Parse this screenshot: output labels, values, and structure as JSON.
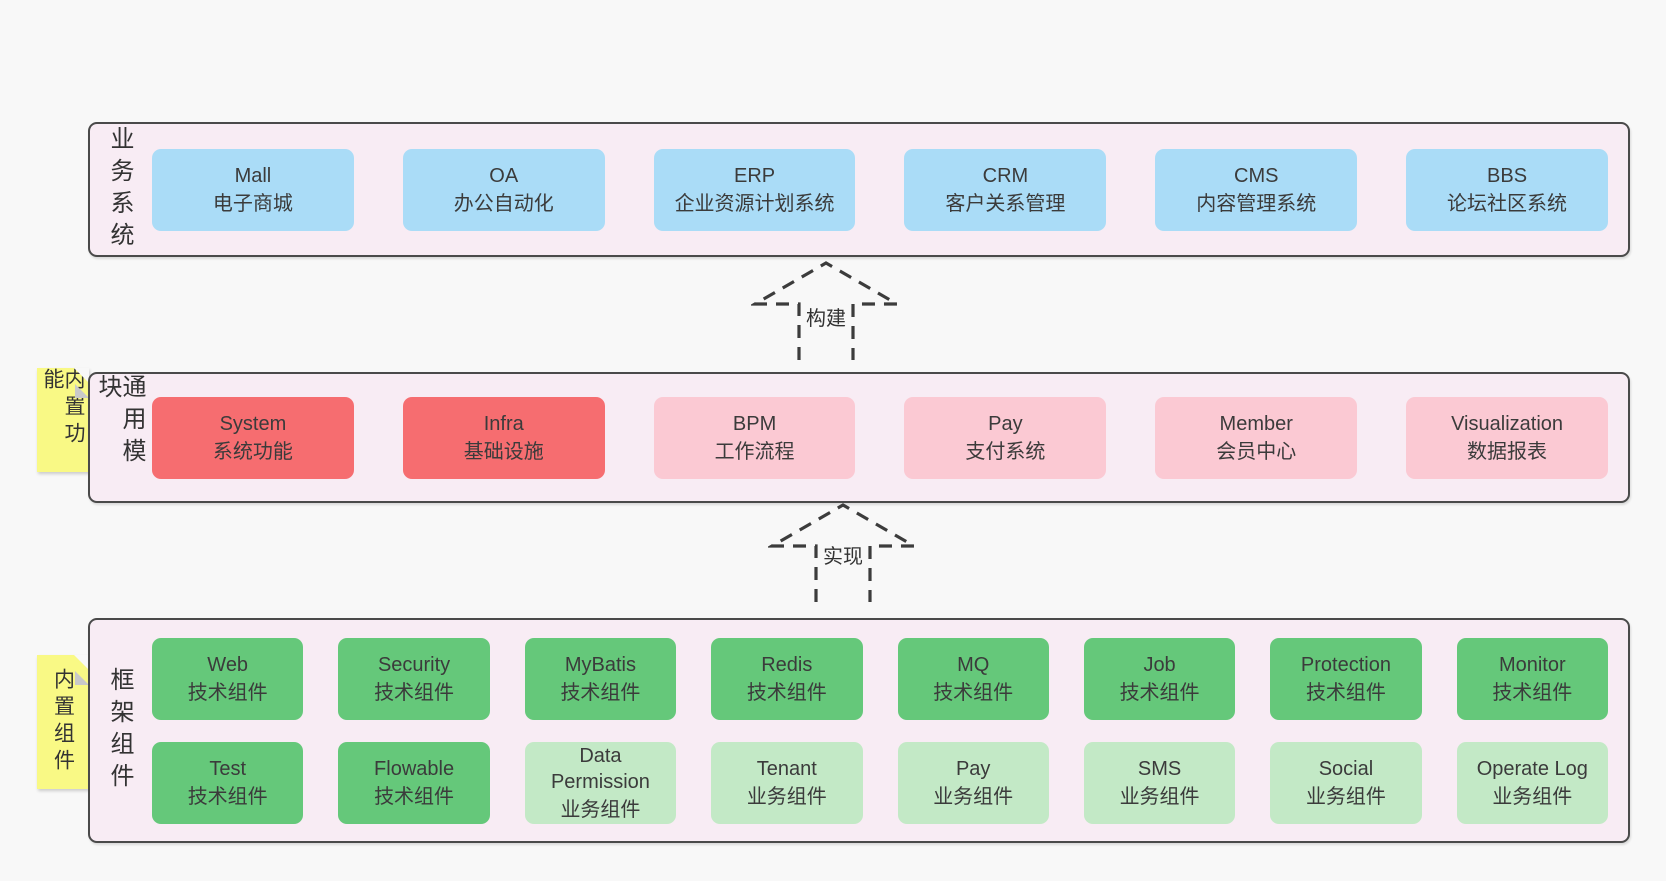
{
  "palette": {
    "page_bg": "#f8f8f8",
    "container_bg": "#f8ecf4",
    "container_border": "#4a4a4a",
    "blue_box": "#aadcf7",
    "red_box": "#f66d70",
    "pink_box": "#fbc9d3",
    "green_box": "#65c87a",
    "light_green_box": "#c3e9c6",
    "note_bg": "#f9f985",
    "note_fold": "#c9c9c9",
    "ink": "#3b3b3b"
  },
  "arrows": [
    {
      "label": "构建"
    },
    {
      "label": "实现"
    }
  ],
  "layers": [
    {
      "label": "业务系统",
      "boxes": [
        {
          "name": "Mall",
          "subtitle": "电子商城"
        },
        {
          "name": "OA",
          "subtitle": "办公自动化"
        },
        {
          "name": "ERP",
          "subtitle": "企业资源计划系统"
        },
        {
          "name": "CRM",
          "subtitle": "客户关系管理"
        },
        {
          "name": "CMS",
          "subtitle": "内容管理系统"
        },
        {
          "name": "BBS",
          "subtitle": "论坛社区系统"
        }
      ]
    },
    {
      "label": "通用模块",
      "note": "内置功能",
      "boxes": [
        {
          "name": "System",
          "subtitle": "系统功能"
        },
        {
          "name": "Infra",
          "subtitle": "基础设施"
        },
        {
          "name": "BPM",
          "subtitle": "工作流程"
        },
        {
          "name": "Pay",
          "subtitle": "支付系统"
        },
        {
          "name": "Member",
          "subtitle": "会员中心"
        },
        {
          "name": "Visualization",
          "subtitle": "数据报表"
        }
      ]
    },
    {
      "label": "框架组件",
      "note": "内置组件",
      "rows": [
        [
          {
            "name": "Web",
            "subtitle": "技术组件"
          },
          {
            "name": "Security",
            "subtitle": "技术组件"
          },
          {
            "name": "MyBatis",
            "subtitle": "技术组件"
          },
          {
            "name": "Redis",
            "subtitle": "技术组件"
          },
          {
            "name": "MQ",
            "subtitle": "技术组件"
          },
          {
            "name": "Job",
            "subtitle": "技术组件"
          },
          {
            "name": "Protection",
            "subtitle": "技术组件"
          },
          {
            "name": "Monitor",
            "subtitle": "技术组件"
          }
        ],
        [
          {
            "name": "Test",
            "subtitle": "技术组件"
          },
          {
            "name": "Flowable",
            "subtitle": "技术组件"
          },
          {
            "name": "Data Permission",
            "subtitle": "业务组件"
          },
          {
            "name": "Tenant",
            "subtitle": "业务组件"
          },
          {
            "name": "Pay",
            "subtitle": "业务组件"
          },
          {
            "name": "SMS",
            "subtitle": "业务组件"
          },
          {
            "name": "Social",
            "subtitle": "业务组件"
          },
          {
            "name": "Operate Log",
            "subtitle": "业务组件"
          }
        ]
      ]
    }
  ]
}
